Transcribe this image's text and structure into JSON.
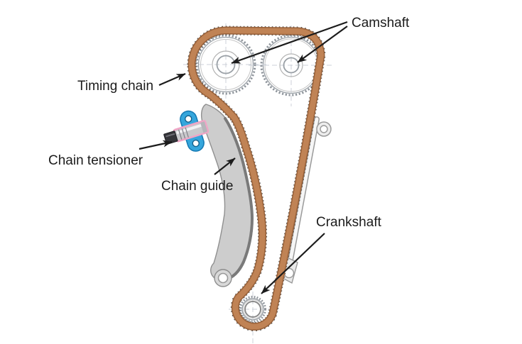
{
  "diagram": {
    "labels": {
      "camshaft": "Camshaft",
      "timing_chain": "Timing chain",
      "chain_tensioner": "Chain tensioner",
      "chain_guide": "Chain guide",
      "crankshaft": "Crankshaft"
    },
    "colors": {
      "background": "#ffffff",
      "chain": "#c08355",
      "chain_edge": "#996139",
      "chain_ticks": "#55524e",
      "tensioner_body": "#35a6dc",
      "tensioner_outline": "#177bb5",
      "tensioner_seal": "#efa6c6",
      "tensioner_plunger": "#35353a",
      "guide": "#cdcdcd",
      "guide_edge": "#909090",
      "guide_strip": "#7a7a7a",
      "metal_stroke": "#9aa0a6",
      "metal_light": "#c6c6c6",
      "crosshair": "#ccd1d9",
      "label_text": "#1c1c1c",
      "arrow": "#1c1c1c"
    }
  }
}
